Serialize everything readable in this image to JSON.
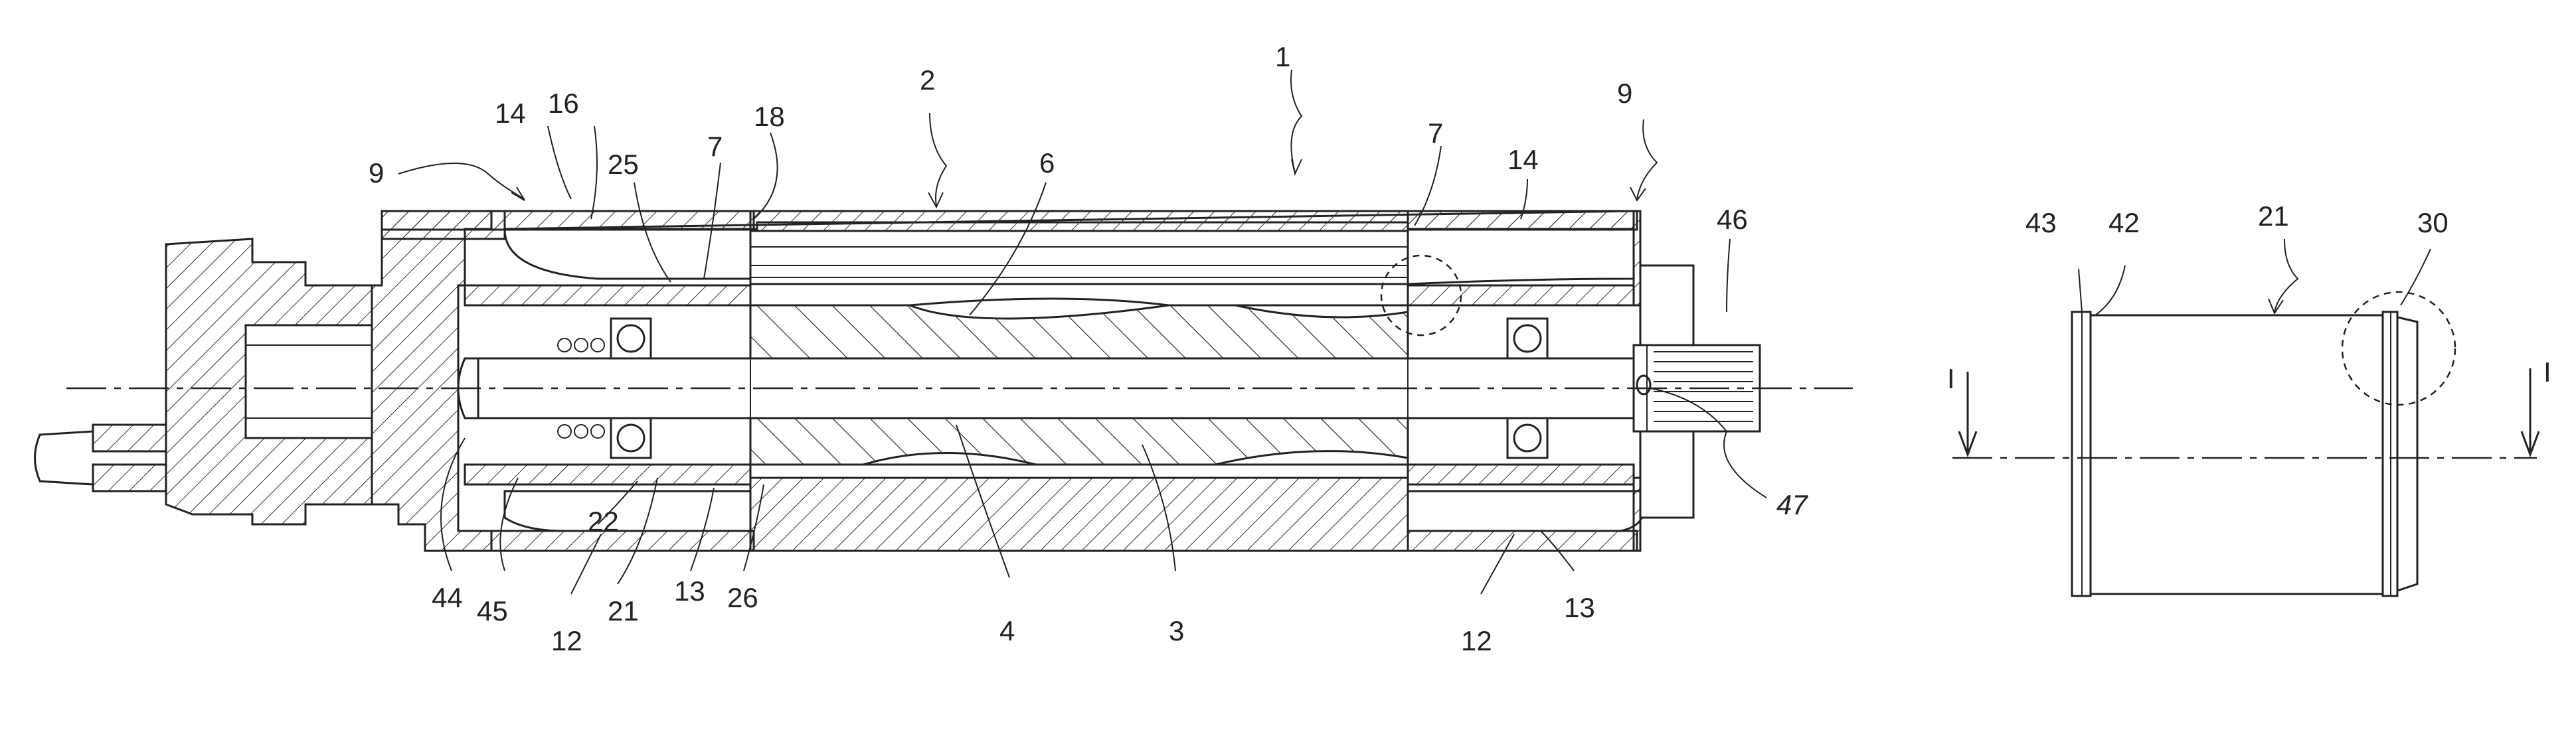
{
  "figure": {
    "labels": [
      {
        "id": "lbl-1",
        "text": "1"
      },
      {
        "id": "lbl-2",
        "text": "2"
      },
      {
        "id": "lbl-3",
        "text": "3"
      },
      {
        "id": "lbl-4",
        "text": "4"
      },
      {
        "id": "lbl-6",
        "text": "6"
      },
      {
        "id": "lbl-7-left",
        "text": "7"
      },
      {
        "id": "lbl-7-right",
        "text": "7"
      },
      {
        "id": "lbl-9-left",
        "text": "9"
      },
      {
        "id": "lbl-9-right",
        "text": "9"
      },
      {
        "id": "lbl-12-left",
        "text": "12"
      },
      {
        "id": "lbl-12-right",
        "text": "12"
      },
      {
        "id": "lbl-13-left",
        "text": "13"
      },
      {
        "id": "lbl-13-right",
        "text": "13"
      },
      {
        "id": "lbl-14-left",
        "text": "14"
      },
      {
        "id": "lbl-14-right",
        "text": "14"
      },
      {
        "id": "lbl-16",
        "text": "16"
      },
      {
        "id": "lbl-18",
        "text": "18"
      },
      {
        "id": "lbl-21-left",
        "text": "21"
      },
      {
        "id": "lbl-21-right",
        "text": "21"
      },
      {
        "id": "lbl-22",
        "text": "22"
      },
      {
        "id": "lbl-25",
        "text": "25"
      },
      {
        "id": "lbl-26",
        "text": "26"
      },
      {
        "id": "lbl-30",
        "text": "30"
      },
      {
        "id": "lbl-42",
        "text": "42"
      },
      {
        "id": "lbl-43",
        "text": "43"
      },
      {
        "id": "lbl-44",
        "text": "44"
      },
      {
        "id": "lbl-45",
        "text": "45"
      },
      {
        "id": "lbl-46",
        "text": "46"
      },
      {
        "id": "lbl-47",
        "text": "47"
      },
      {
        "id": "lbl-I-left",
        "text": "I"
      },
      {
        "id": "lbl-I-right",
        "text": "I"
      }
    ]
  }
}
